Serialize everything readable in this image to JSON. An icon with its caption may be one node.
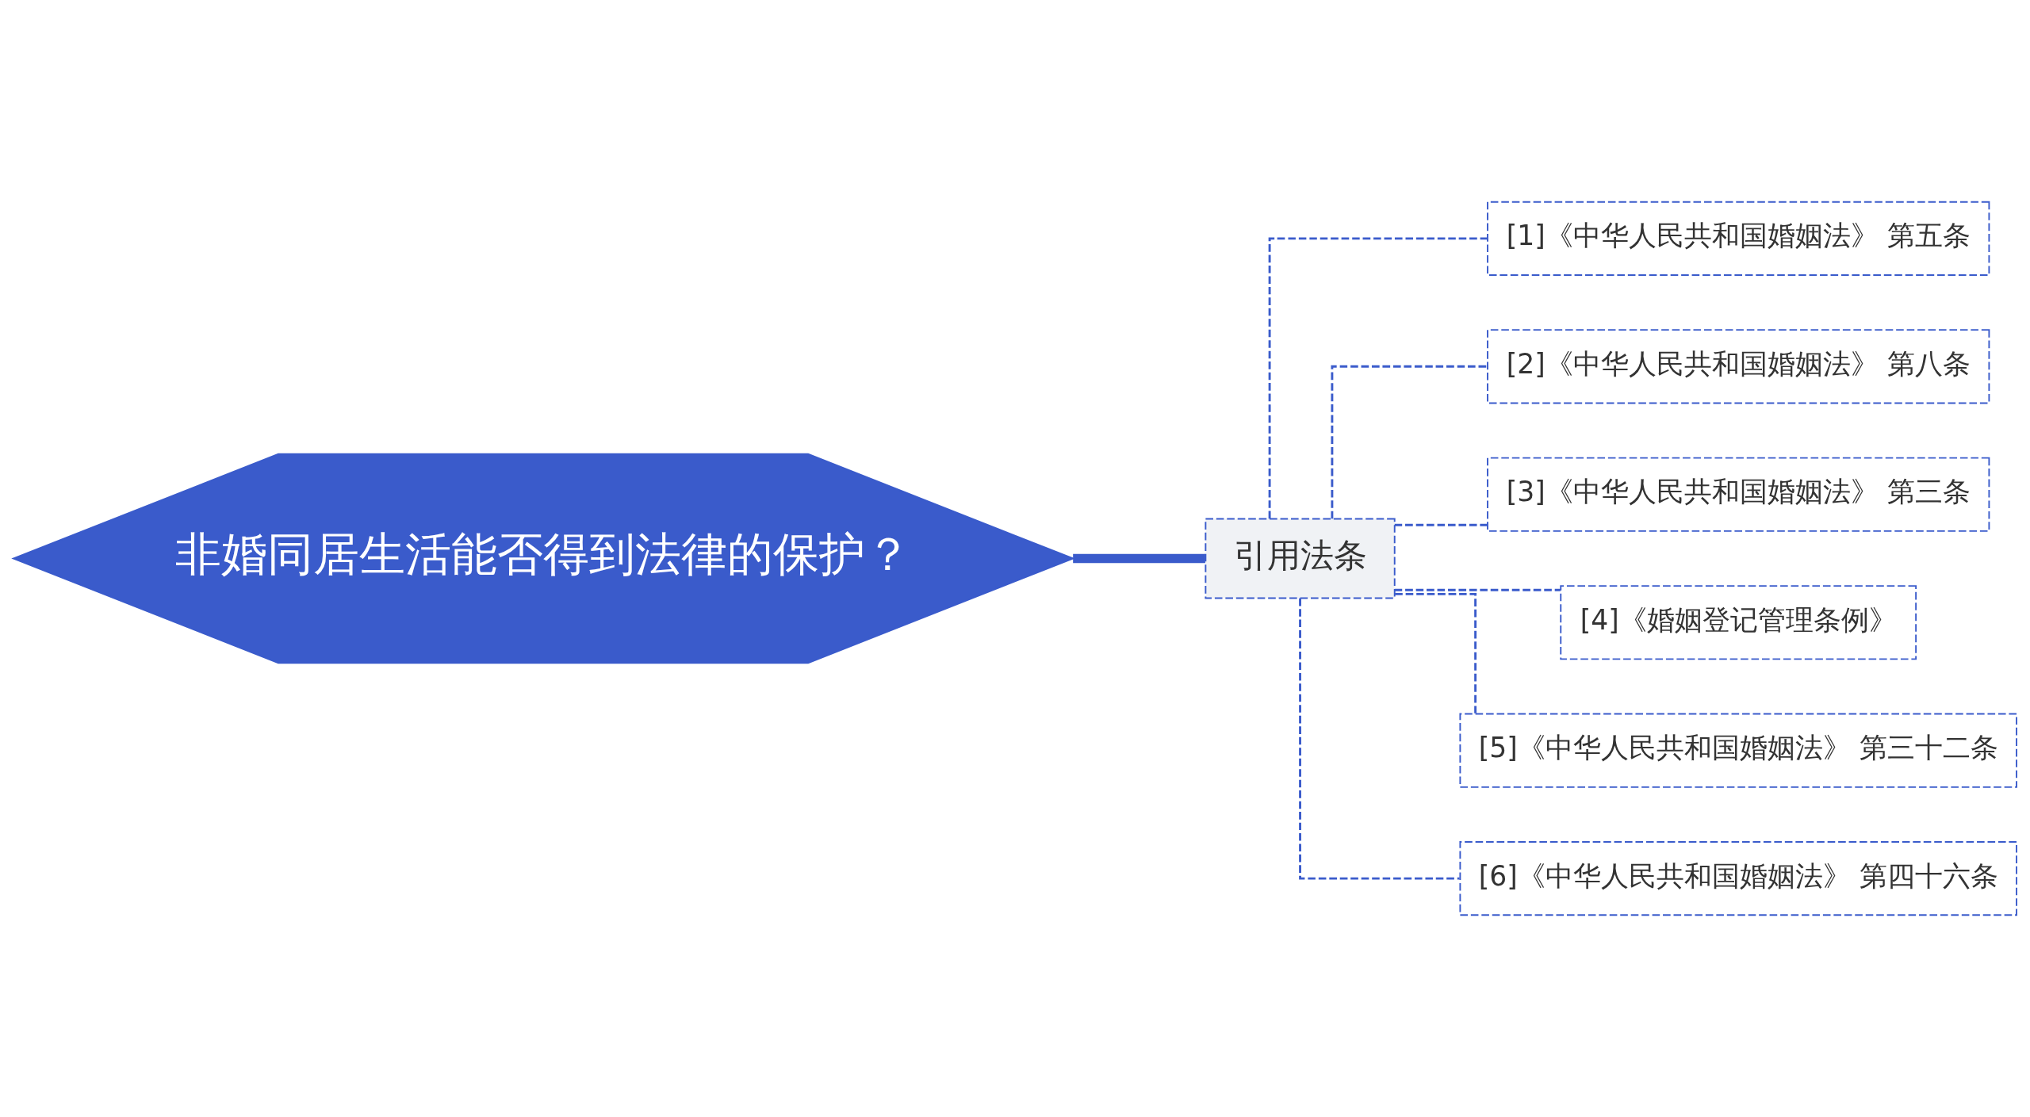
{
  "diagram": {
    "nodes": [
      {
        "text": [
          "非婚同居生活能否得到法律的保护？"
        ]
      },
      {
        "text": [
          "引用法条"
        ]
      },
      {
        "text": [
          "[1]《中华人民共和国婚姻法》 第五条"
        ]
      },
      {
        "text": [
          "[2]《中华人民共和国婚姻法》 第八条"
        ]
      },
      {
        "text": [
          "[3]《中华人民共和国婚姻法》 第三条"
        ]
      },
      {
        "text": [
          "[4]《婚姻登记管理条例》"
        ]
      },
      {
        "text": [
          "[5]《中华人民共和国婚姻法》 第三十二条"
        ]
      },
      {
        "text": [
          "[6]《中华人民共和国婚姻法》 第四十六条"
        ]
      }
    ],
    "edges": [
      {
        "from": 0,
        "to": 1,
        "arrow": "none",
        "style": "thick"
      },
      {
        "from": 1,
        "to": 2,
        "arrow": "none",
        "style": "dashed"
      },
      {
        "from": 1,
        "to": 3,
        "arrow": "none",
        "style": "dashed"
      },
      {
        "from": 1,
        "to": 4,
        "arrow": "none",
        "style": "dashed"
      },
      {
        "from": 1,
        "to": 5,
        "arrow": "none",
        "style": "dashed"
      },
      {
        "from": 1,
        "to": 6,
        "arrow": "none",
        "style": "dashed"
      },
      {
        "from": 1,
        "to": 7,
        "arrow": "none",
        "style": "dashed"
      }
    ]
  }
}
